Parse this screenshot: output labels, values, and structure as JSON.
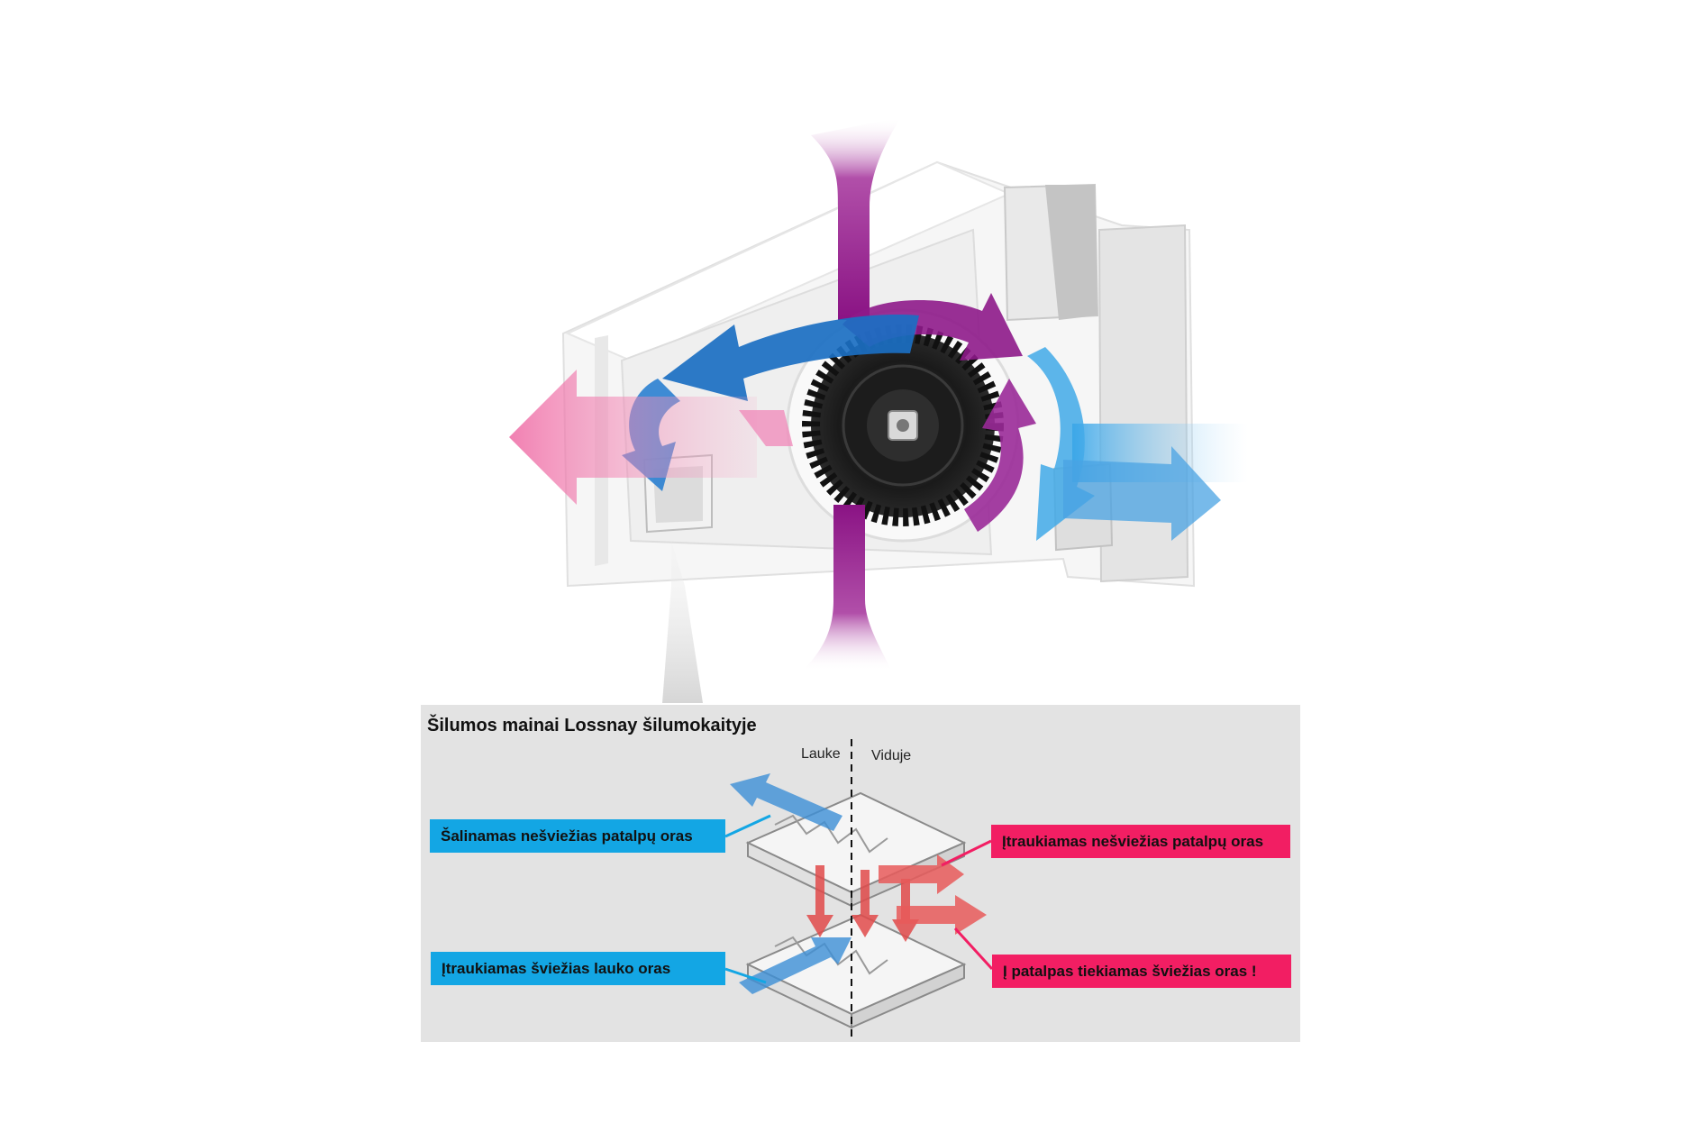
{
  "colors": {
    "blue_label_bg": "#13a6e4",
    "pink_label_bg": "#f21e63",
    "panel_bg": "#e3e3e3",
    "magenta_flow": "#8e1a8a",
    "blue_flow": "#1b6fc2",
    "pink_flow": "#ee6aa4",
    "light_blue_flow": "#41a9e8"
  },
  "icons": [
    "fan-icon",
    "arrow-icon"
  ],
  "panel": {
    "title": "Šilumos mainai Lossnay šilumokaityje",
    "side_outside": "Lauke",
    "side_inside": "Viduje"
  },
  "labels": {
    "exhaust_out": "Šalinamas nešviežias patalpų oras",
    "fresh_in": "Įtraukiamas šviežias lauko oras",
    "stale_in": "Įtraukiamas nešviežias patalpų oras",
    "supply": "Į patalpas tiekiamas šviežias oras !"
  }
}
